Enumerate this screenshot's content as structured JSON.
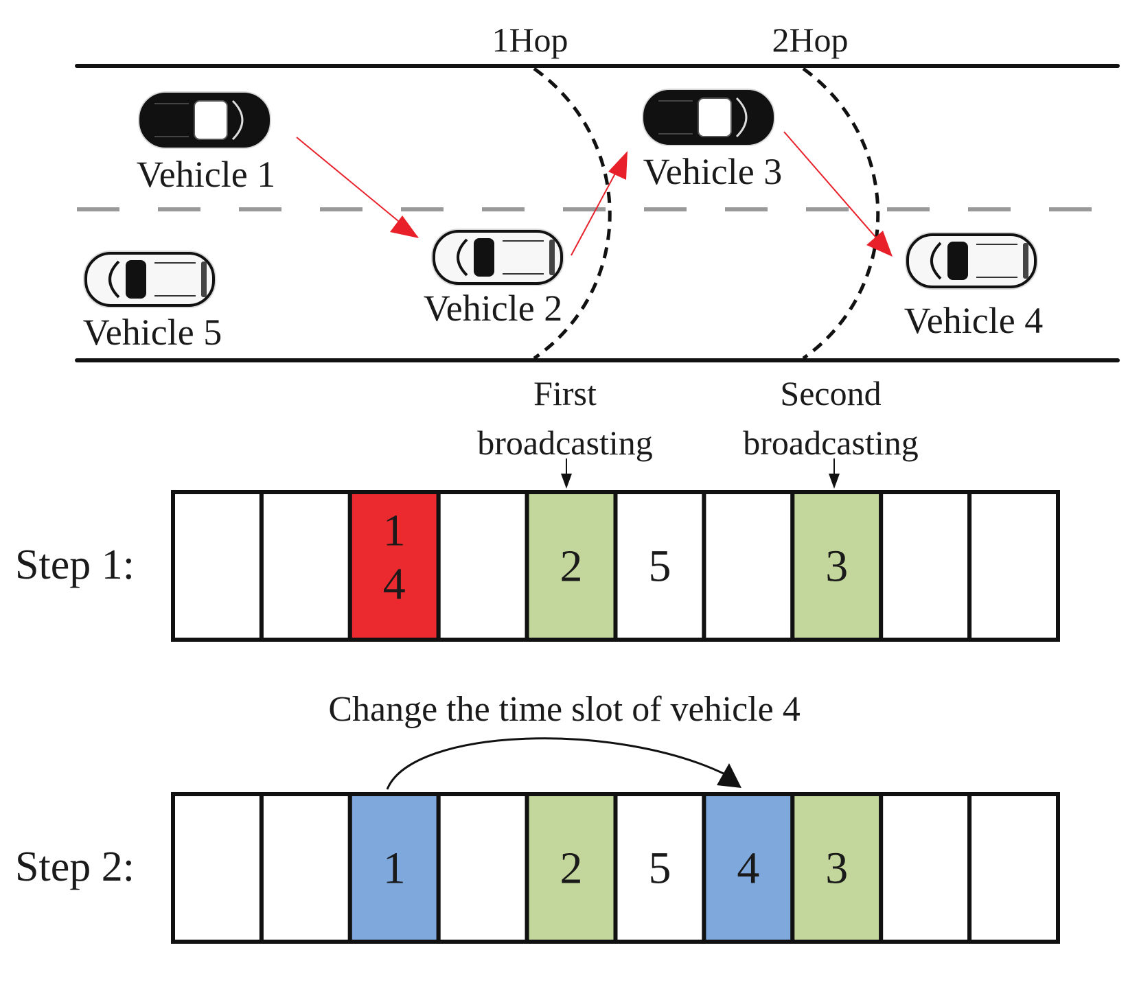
{
  "road": {
    "hop_labels": [
      "1Hop",
      "2Hop"
    ],
    "vehicles": [
      {
        "id": 1,
        "label": "Vehicle 1",
        "style": "dark",
        "lane": "top"
      },
      {
        "id": 2,
        "label": "Vehicle 2",
        "style": "light",
        "lane": "bottom"
      },
      {
        "id": 3,
        "label": "Vehicle 3",
        "style": "dark",
        "lane": "top"
      },
      {
        "id": 4,
        "label": "Vehicle 4",
        "style": "light",
        "lane": "bottom"
      },
      {
        "id": 5,
        "label": "Vehicle 5",
        "style": "light",
        "lane": "bottom"
      }
    ],
    "arrow_color": "#e8202a"
  },
  "broadcast_labels": [
    {
      "line1": "First",
      "line2": "broadcasting"
    },
    {
      "line1": "Second",
      "line2": "broadcasting"
    }
  ],
  "steps": [
    {
      "label": "Step 1:",
      "slots": [
        {
          "values": [],
          "color": "#ffffff"
        },
        {
          "values": [],
          "color": "#ffffff"
        },
        {
          "values": [
            "1",
            "4"
          ],
          "color": "#ea2a2f"
        },
        {
          "values": [],
          "color": "#ffffff"
        },
        {
          "values": [
            "2"
          ],
          "color": "#c3d69b"
        },
        {
          "values": [
            "5"
          ],
          "color": "#ffffff"
        },
        {
          "values": [],
          "color": "#ffffff"
        },
        {
          "values": [
            "3"
          ],
          "color": "#c3d69b"
        },
        {
          "values": [],
          "color": "#ffffff"
        },
        {
          "values": [],
          "color": "#ffffff"
        }
      ]
    },
    {
      "label": "Step 2:",
      "annotation": "Change the time slot of vehicle 4",
      "slots": [
        {
          "values": [],
          "color": "#ffffff"
        },
        {
          "values": [],
          "color": "#ffffff"
        },
        {
          "values": [
            "1"
          ],
          "color": "#7fa9dc"
        },
        {
          "values": [],
          "color": "#ffffff"
        },
        {
          "values": [
            "2"
          ],
          "color": "#c3d69b"
        },
        {
          "values": [
            "5"
          ],
          "color": "#ffffff"
        },
        {
          "values": [
            "4"
          ],
          "color": "#7fa9dc"
        },
        {
          "values": [
            "3"
          ],
          "color": "#c3d69b"
        },
        {
          "values": [],
          "color": "#ffffff"
        },
        {
          "values": [],
          "color": "#ffffff"
        }
      ]
    }
  ]
}
